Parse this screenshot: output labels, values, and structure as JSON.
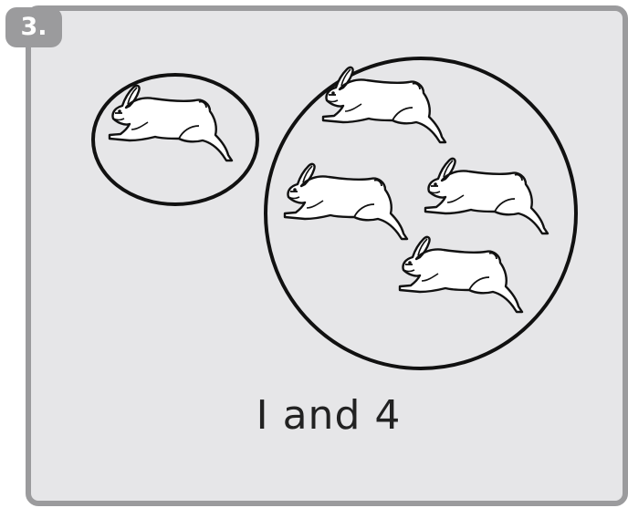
{
  "problem": {
    "number_label": "3.",
    "caption": "I and 4"
  },
  "groups": [
    {
      "name": "small-group",
      "rabbit_count": 1
    },
    {
      "name": "large-group",
      "rabbit_count": 4
    }
  ],
  "colors": {
    "card_background": "#e6e6e8",
    "card_border": "#9b9b9d",
    "badge_background": "#9b9b9d",
    "badge_text": "#ffffff",
    "outline": "#111111",
    "rabbit_fill": "#ffffff"
  }
}
